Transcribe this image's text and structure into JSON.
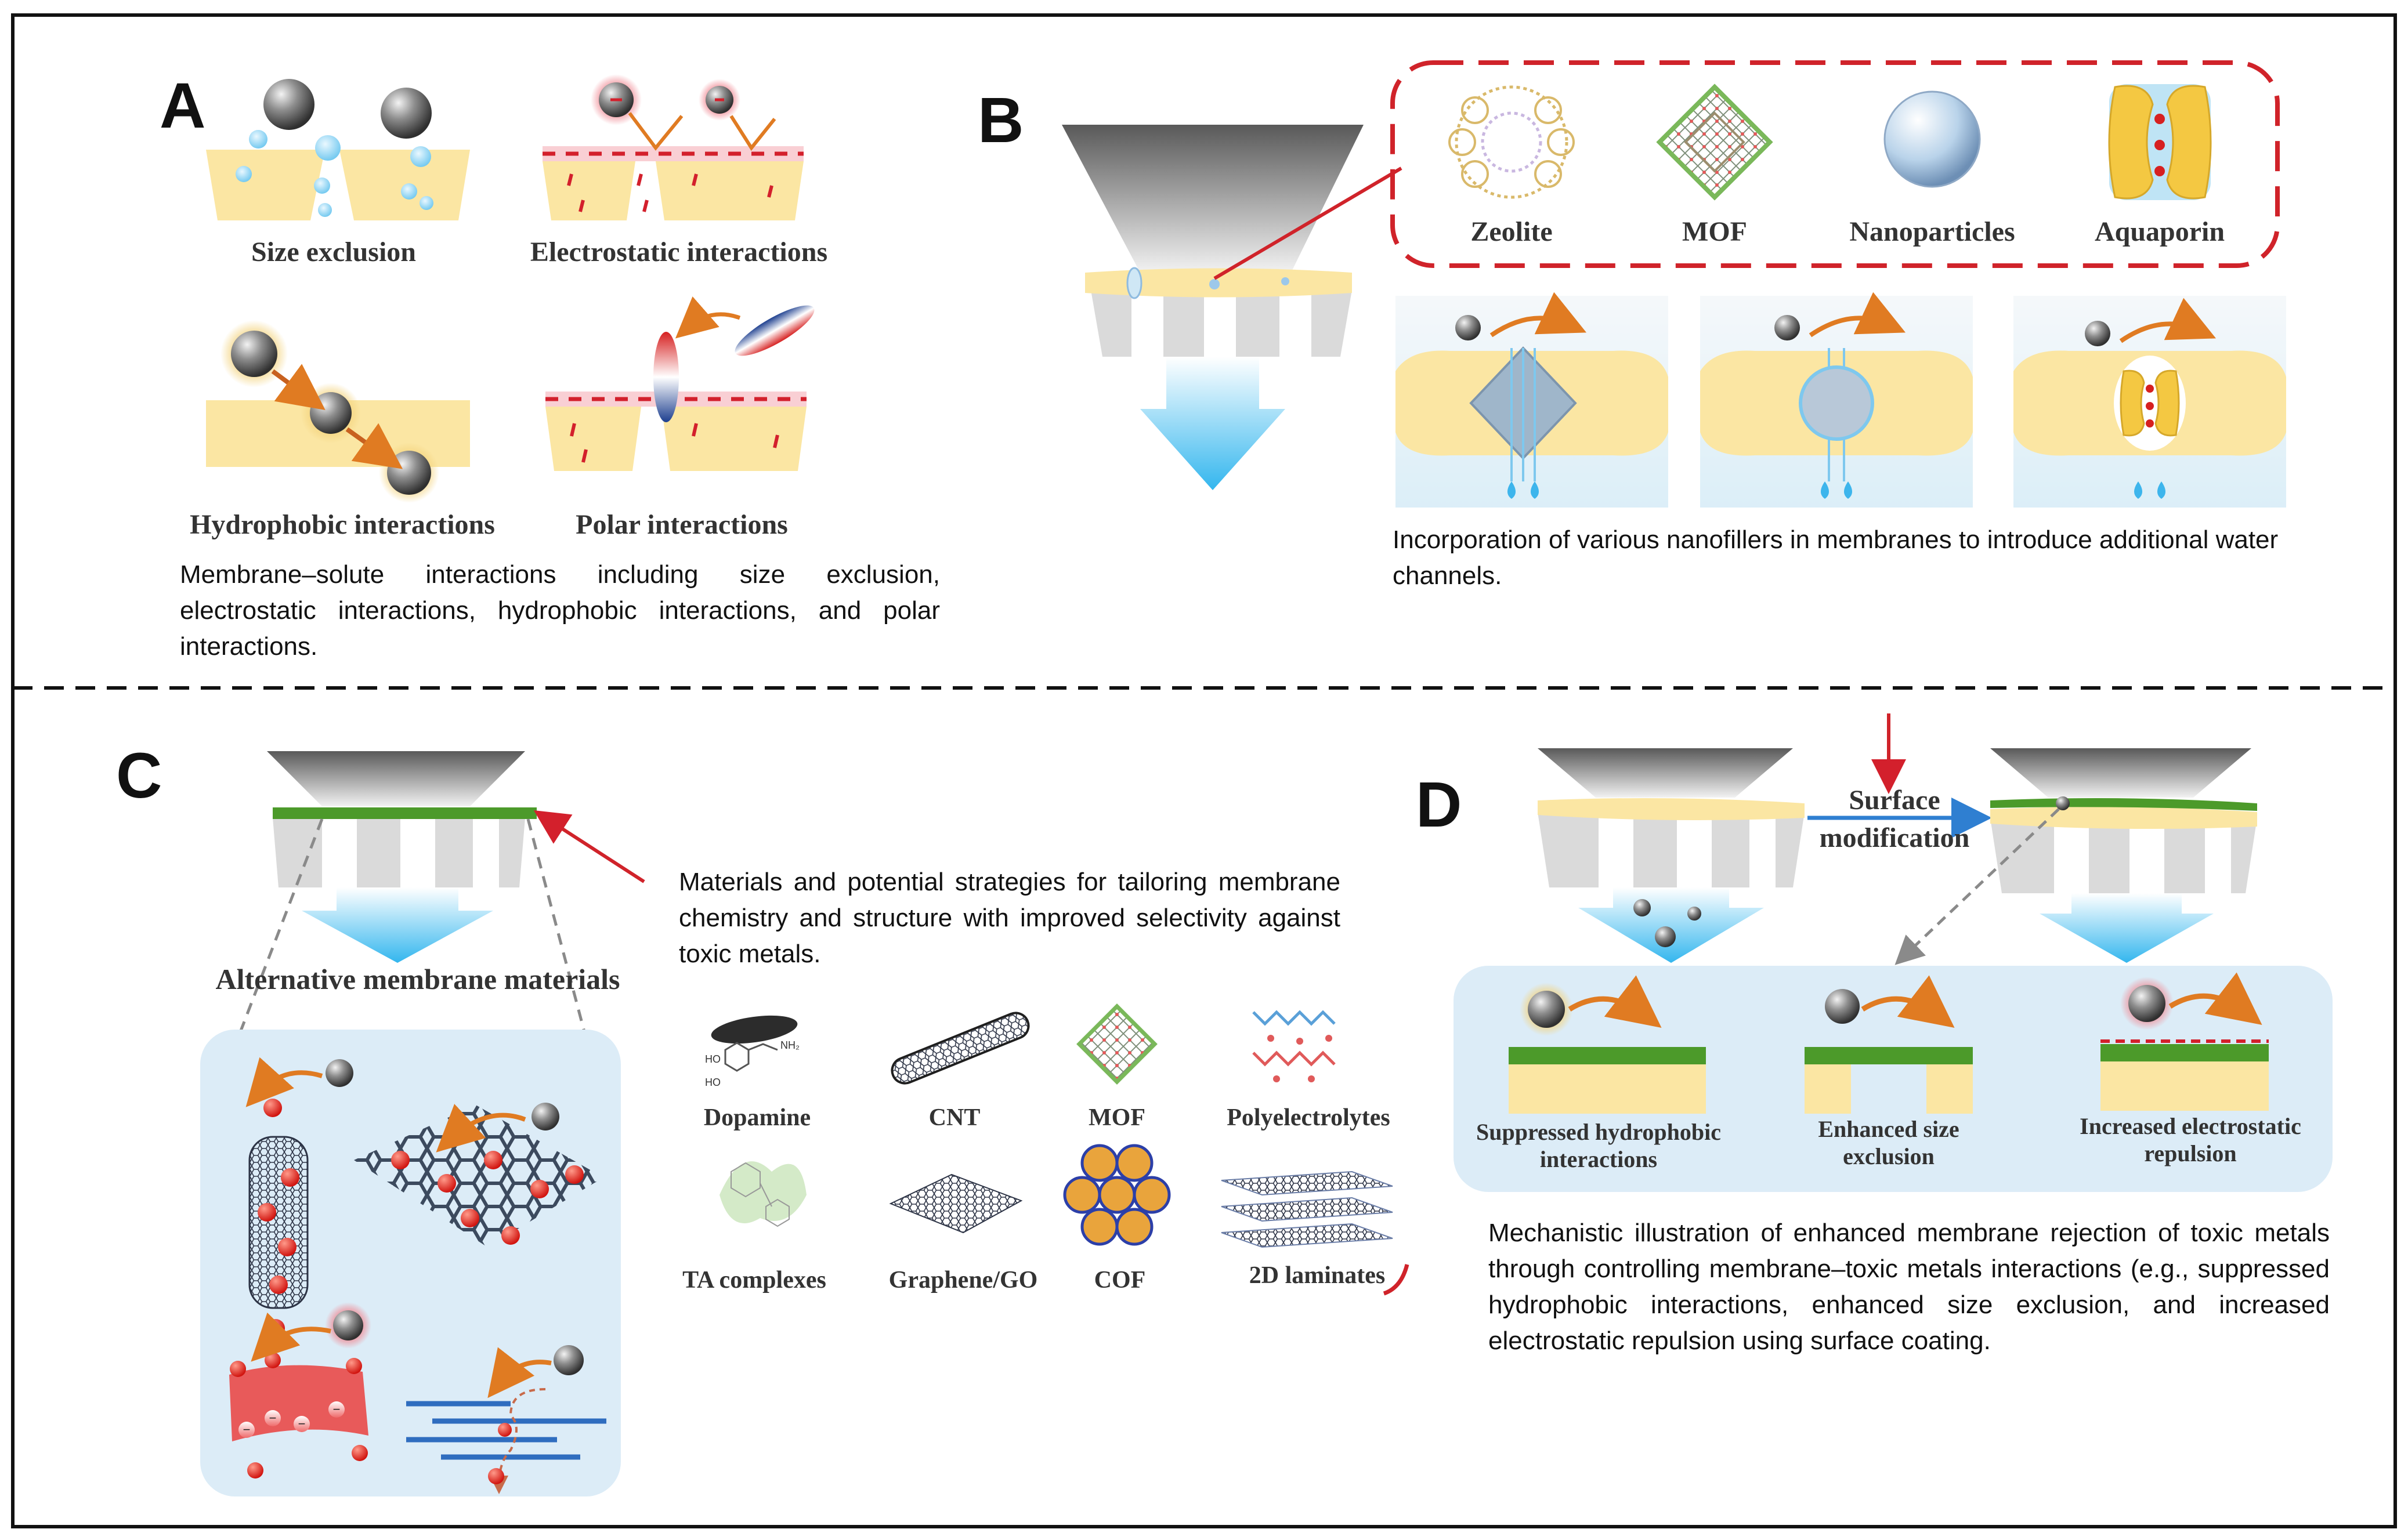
{
  "panels": {
    "A": {
      "letter": "A",
      "labels": {
        "size_exclusion": "Size exclusion",
        "electrostatic": "Electrostatic interactions",
        "hydrophobic": "Hydrophobic interactions",
        "polar": "Polar interactions"
      },
      "caption": "Membrane–solute interactions including size exclusion, electrostatic interactions, hydrophobic interactions, and polar interactions."
    },
    "B": {
      "letter": "B",
      "fillers": [
        "Zeolite",
        "MOF",
        "Nanoparticles",
        "Aquaporin"
      ],
      "caption": "Incorporation of various nanofillers in membranes to introduce additional water channels."
    },
    "C": {
      "letter": "C",
      "title": "Alternative membrane materials",
      "caption": "Materials and potential strategies for tailoring membrane chemistry and structure with improved selectivity against toxic metals.",
      "materials": [
        "Dopamine",
        "CNT",
        "MOF",
        "Polyelectrolytes",
        "TA complexes",
        "Graphene/GO",
        "COF",
        "2D laminates"
      ],
      "dopamine_atoms": {
        "ho1": "HO",
        "ho2": "HO",
        "nh2": "NH₂"
      }
    },
    "D": {
      "letter": "D",
      "arrow_label_1": "Surface",
      "arrow_label_2": "modification",
      "mechanisms": [
        {
          "line1": "Suppressed hydrophobic",
          "line2": "interactions"
        },
        {
          "line1": "Enhanced size",
          "line2": "exclusion"
        },
        {
          "line1": "Increased electrostatic",
          "line2": "repulsion"
        }
      ],
      "caption": "Mechanistic illustration of enhanced membrane rejection of toxic metals through controlling membrane–toxic metals interactions (e.g., suppressed hydrophobic interactions, enhanced size exclusion, and increased electrostatic repulsion using surface coating."
    }
  },
  "colors": {
    "membrane_yellow": "#fbe6a3",
    "pink_layer": "#f9cfd4",
    "red_dash": "#d3202c",
    "orange_arrow": "#e07b22",
    "green_layer": "#4c9a2a",
    "water_blue": "#5ec8f0",
    "panel_bg": "#dcecf7",
    "frame_red": "#d0232a",
    "surface_blue": "#2f7fd1"
  }
}
